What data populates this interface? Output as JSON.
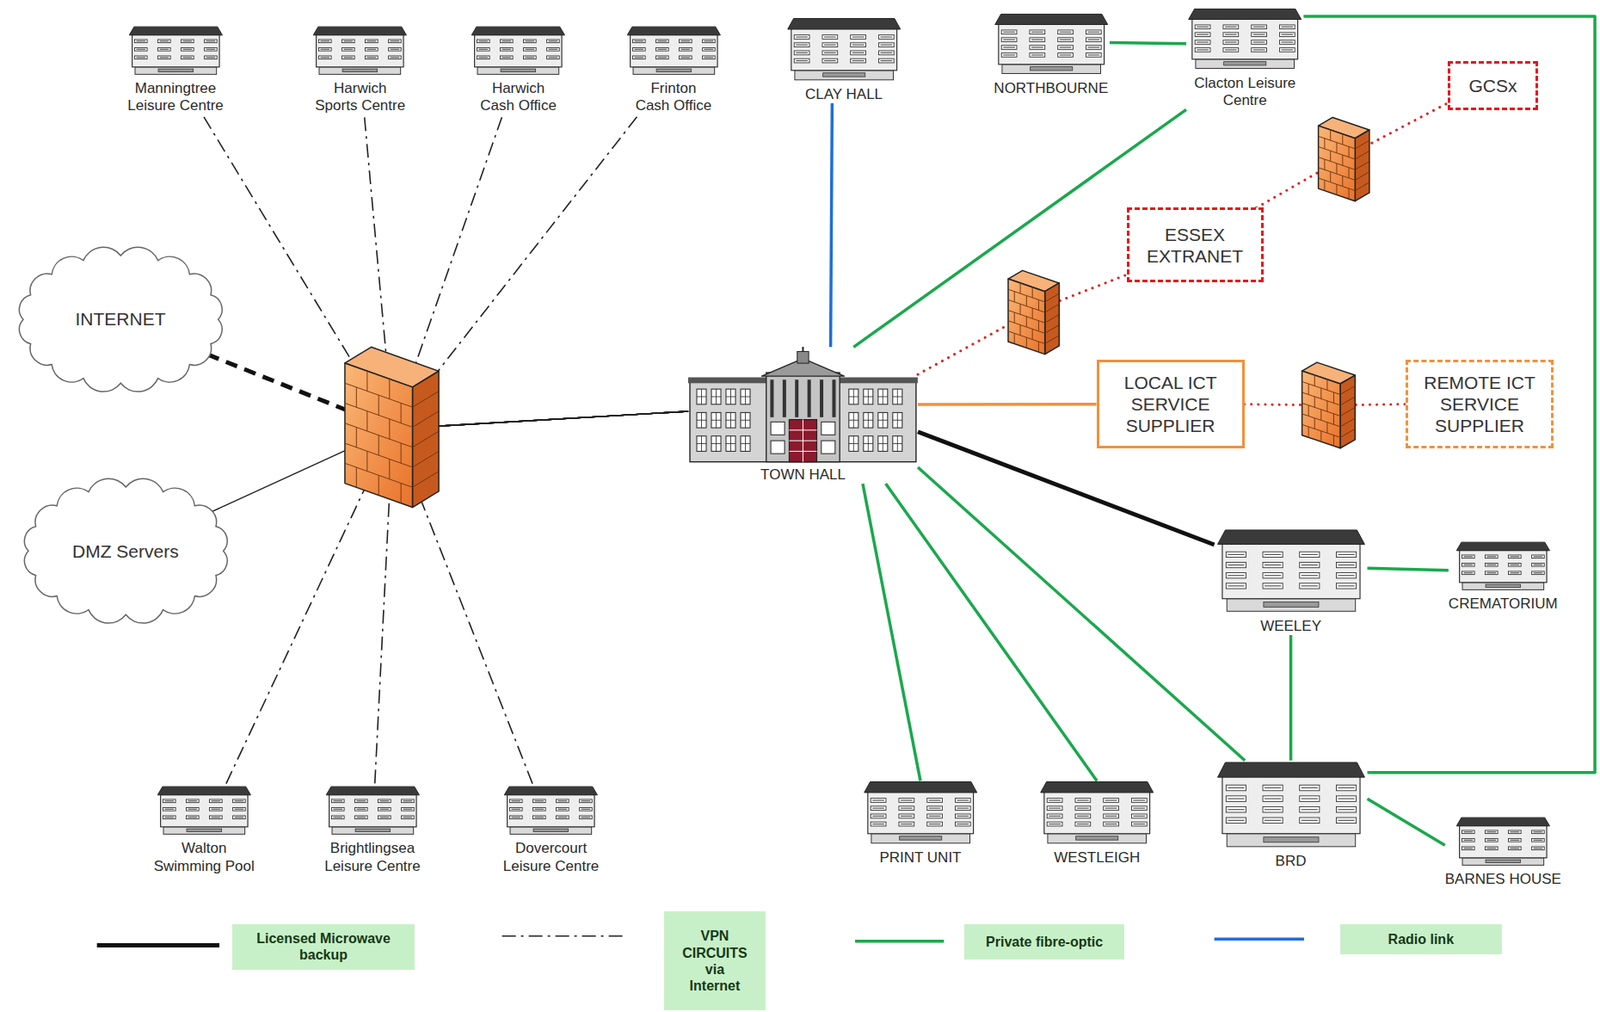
{
  "diagram": {
    "nodes": [
      {
        "text": [
          "Manningtree Leisure Centre"
        ]
      },
      {
        "text": [
          "Harwich Sports Centre"
        ]
      },
      {
        "text": [
          "Harwich Cash Office"
        ]
      },
      {
        "text": [
          "Frinton Cash Office"
        ]
      },
      {
        "text": [
          "CLAY HALL"
        ]
      },
      {
        "text": [
          "NORTHBOURNE"
        ]
      },
      {
        "text": [
          "Clacton Leisure Centre"
        ]
      },
      {
        "text": [
          "GCSx"
        ]
      },
      {
        "text": [
          "ESSEX EXTRANET"
        ]
      },
      {
        "text": [
          "INTERNET"
        ]
      },
      {
        "text": [
          "LOCAL ICT SERVICE SUPPLIER"
        ]
      },
      {
        "text": [
          "REMOTE ICT SERVICE SUPPLIER"
        ]
      },
      {
        "text": [
          "TOWN HALL"
        ]
      },
      {
        "text": [
          "DMZ Servers"
        ]
      },
      {
        "text": [
          "WEELEY"
        ]
      },
      {
        "text": [
          "CREMATORIUM"
        ]
      },
      {
        "text": [
          "Walton Swimming Pool"
        ]
      },
      {
        "text": [
          "Brightlingsea Leisure Centre"
        ]
      },
      {
        "text": [
          "Dovercourt Leisure Centre"
        ]
      },
      {
        "text": [
          "PRINT UNIT"
        ]
      },
      {
        "text": [
          "WESTLEIGH"
        ]
      },
      {
        "text": [
          "BRD"
        ]
      },
      {
        "text": [
          "BARNES HOUSE"
        ]
      }
    ],
    "edges": [
      {
        "from": 0,
        "to": 12,
        "arrow": "none"
      },
      {
        "from": 1,
        "to": 12,
        "arrow": "none"
      },
      {
        "from": 2,
        "to": 12,
        "arrow": "none"
      },
      {
        "from": 3,
        "to": 12,
        "arrow": "none"
      },
      {
        "from": 16,
        "to": 12,
        "arrow": "none"
      },
      {
        "from": 17,
        "to": 12,
        "arrow": "none"
      },
      {
        "from": 18,
        "to": 12,
        "arrow": "none"
      },
      {
        "from": 9,
        "to": 12,
        "arrow": "none"
      },
      {
        "from": 13,
        "to": 12,
        "arrow": "none"
      },
      {
        "from": 4,
        "to": 12,
        "arrow": "none"
      },
      {
        "from": 5,
        "to": 6,
        "arrow": "none"
      },
      {
        "from": 6,
        "to": 12,
        "arrow": "none"
      },
      {
        "from": 6,
        "to": 21,
        "arrow": "none"
      },
      {
        "from": 12,
        "to": 8,
        "arrow": "none"
      },
      {
        "from": 8,
        "to": 7,
        "arrow": "none"
      },
      {
        "from": 12,
        "to": 10,
        "arrow": "none"
      },
      {
        "from": 10,
        "to": 11,
        "arrow": "none"
      },
      {
        "from": 12,
        "to": 14,
        "arrow": "none"
      },
      {
        "from": 14,
        "to": 15,
        "arrow": "none"
      },
      {
        "from": 14,
        "to": 21,
        "arrow": "none"
      },
      {
        "from": 12,
        "to": 19,
        "arrow": "none"
      },
      {
        "from": 12,
        "to": 20,
        "arrow": "none"
      },
      {
        "from": 12,
        "to": 21,
        "arrow": "none"
      },
      {
        "from": 21,
        "to": 22,
        "arrow": "none"
      }
    ],
    "legend": [
      {
        "text": "Licensed Microwave backup"
      },
      {
        "text": "VPN CIRCUITS via Internet"
      },
      {
        "text": "Private fibre-optic"
      },
      {
        "text": "Radio link"
      }
    ]
  }
}
